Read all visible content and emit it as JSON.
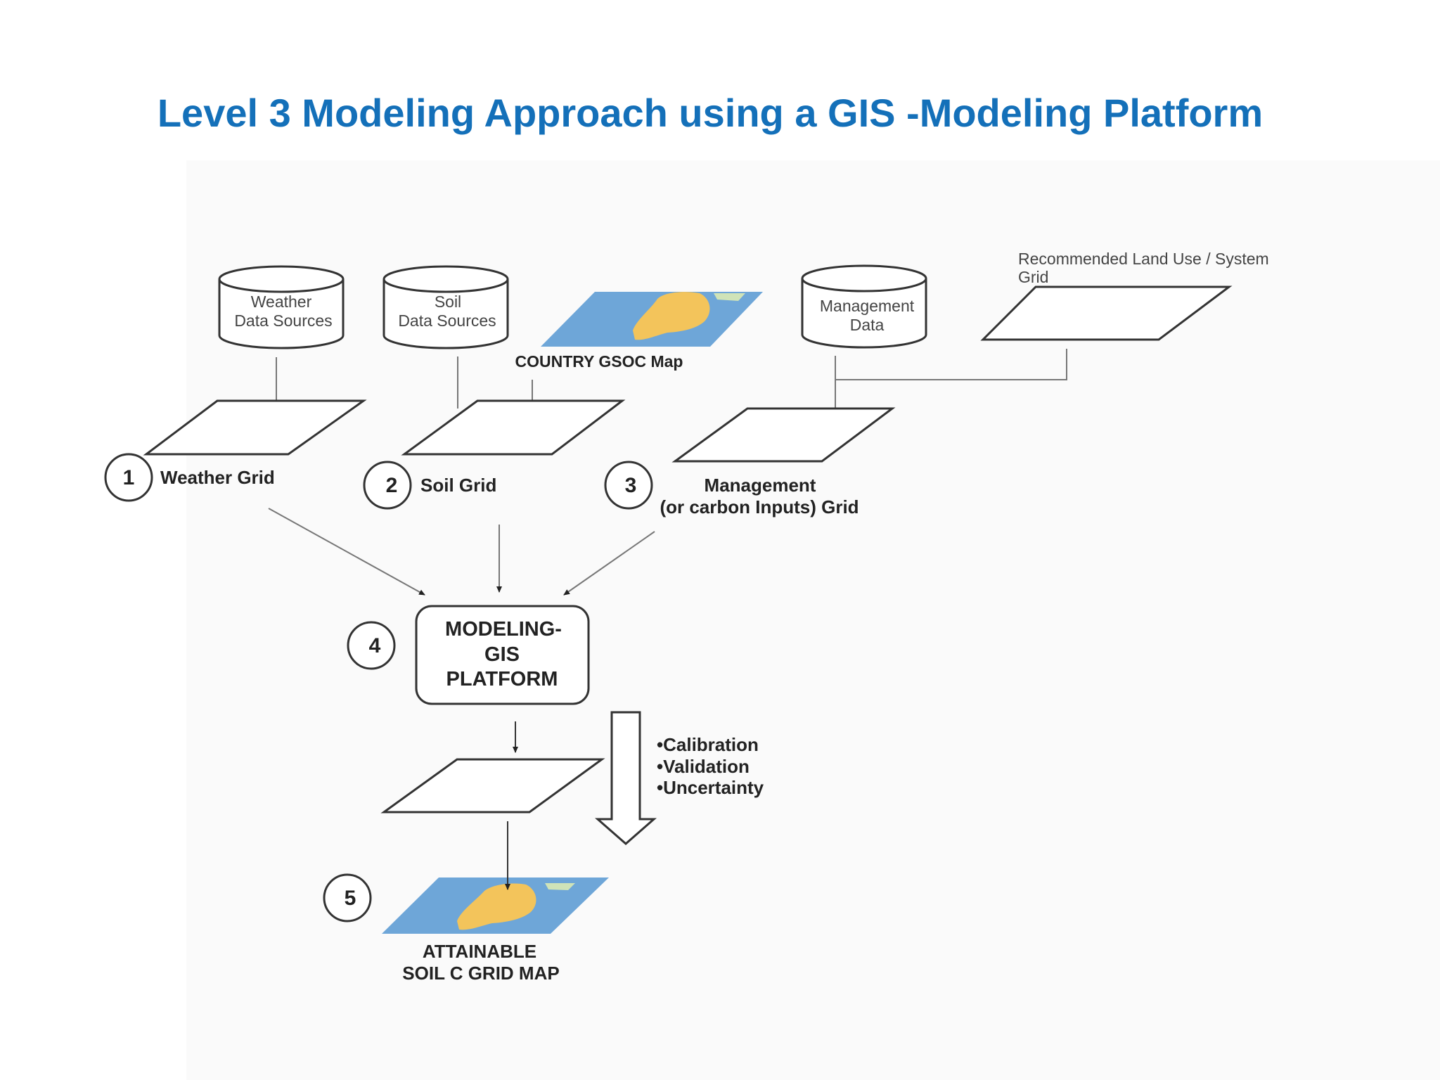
{
  "title": "Level 3 Modeling Approach using a GIS -Modeling Platform",
  "databases": {
    "weather": [
      "Weather",
      "Data Sources"
    ],
    "soil": [
      "Soil",
      "Data Sources"
    ],
    "management": [
      "Management",
      "Data"
    ]
  },
  "country_map_label": "COUNTRY GSOC Map",
  "recommended_label": [
    "Recommended Land Use / System",
    "Grid"
  ],
  "steps": {
    "step1": {
      "number": "1",
      "label": "Weather Grid"
    },
    "step2": {
      "number": "2",
      "label": "Soil Grid"
    },
    "step3": {
      "number": "3",
      "label_line1": "Management",
      "label_line2": "(or carbon Inputs) Grid"
    },
    "step4": {
      "number": "4",
      "label_lines": [
        "MODELING-",
        "GIS",
        "PLATFORM"
      ]
    },
    "step5": {
      "number": "5",
      "label_lines": [
        "ATTAINABLE",
        "SOIL C GRID MAP"
      ]
    }
  },
  "qa_items": [
    "•Calibration",
    "•Validation",
    "•Uncertainty"
  ],
  "colors": {
    "title": "#1470b9",
    "line": "#777777",
    "map_sea": "#6ea6d8",
    "map_land": "#f3c45b"
  }
}
